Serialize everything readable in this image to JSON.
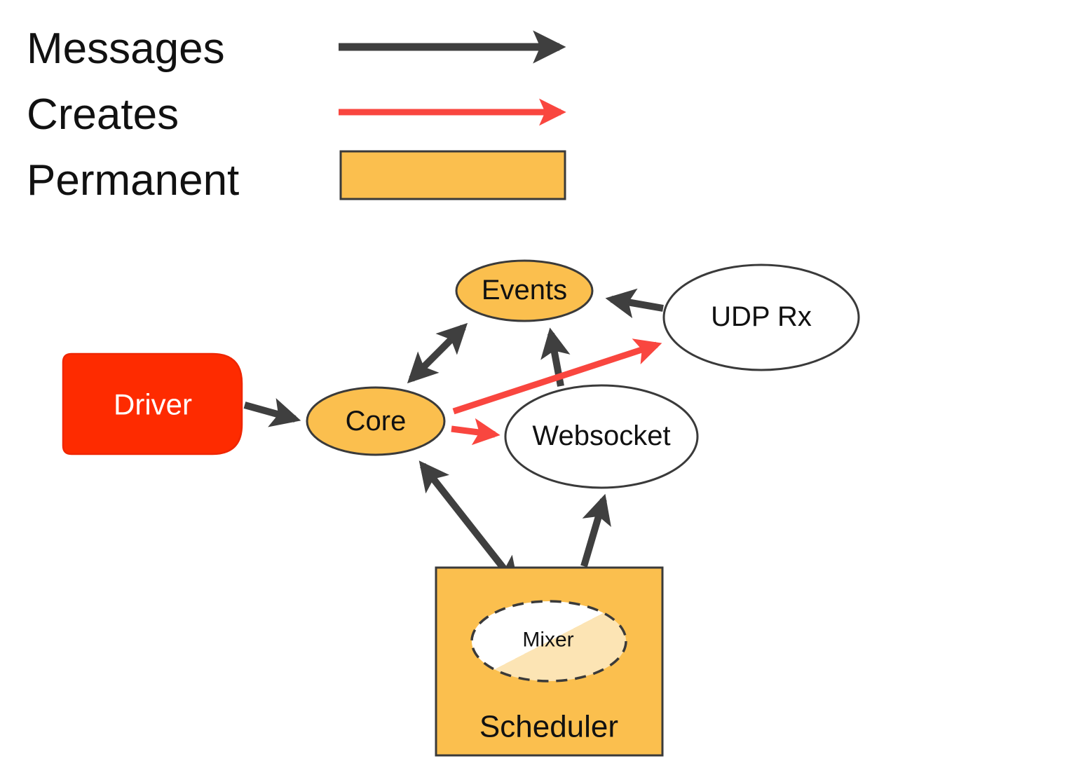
{
  "legend": {
    "items": [
      {
        "label": "Messages",
        "kind": "arrow",
        "color": "#3f3f3f"
      },
      {
        "label": "Creates",
        "kind": "arrow",
        "color": "#f9463f"
      },
      {
        "label": "Permanent",
        "kind": "box",
        "color": "#fbbf4e"
      }
    ]
  },
  "nodes": {
    "driver": {
      "label": "Driver",
      "shape": "rounded-rect",
      "fill": "red"
    },
    "core": {
      "label": "Core",
      "shape": "ellipse",
      "fill": "orange"
    },
    "events": {
      "label": "Events",
      "shape": "ellipse",
      "fill": "orange"
    },
    "udp_rx": {
      "label": "UDP Rx",
      "shape": "ellipse",
      "fill": "white"
    },
    "websocket": {
      "label": "Websocket",
      "shape": "ellipse",
      "fill": "white"
    },
    "scheduler": {
      "label": "Scheduler",
      "shape": "rect",
      "fill": "orange"
    },
    "mixer": {
      "label": "Mixer",
      "shape": "dashed-ellipse",
      "fill": "white-and-pale-orange",
      "inside": "scheduler"
    }
  },
  "edges": [
    {
      "from": "driver",
      "to": "core",
      "type": "messages",
      "direction": "one-way"
    },
    {
      "from": "core",
      "to": "events",
      "type": "messages",
      "direction": "two-way"
    },
    {
      "from": "websocket",
      "to": "events",
      "type": "messages",
      "direction": "one-way"
    },
    {
      "from": "udp_rx",
      "to": "events",
      "type": "messages",
      "direction": "one-way"
    },
    {
      "from": "core",
      "to": "scheduler",
      "type": "messages",
      "direction": "two-way"
    },
    {
      "from": "scheduler",
      "to": "websocket",
      "type": "messages",
      "direction": "one-way"
    },
    {
      "from": "core",
      "to": "udp_rx",
      "type": "creates",
      "direction": "one-way"
    },
    {
      "from": "core",
      "to": "websocket",
      "type": "creates",
      "direction": "one-way"
    }
  ],
  "colors": {
    "messages_arrow": "#3f3f3f",
    "creates_arrow": "#f9463f",
    "permanent": "#fbbf4e",
    "driver": "#fe2b00",
    "mixer_pale": "#fce4b4",
    "outline": "#3a3a3a",
    "text": "#111111",
    "driver_text": "#ffffff"
  }
}
